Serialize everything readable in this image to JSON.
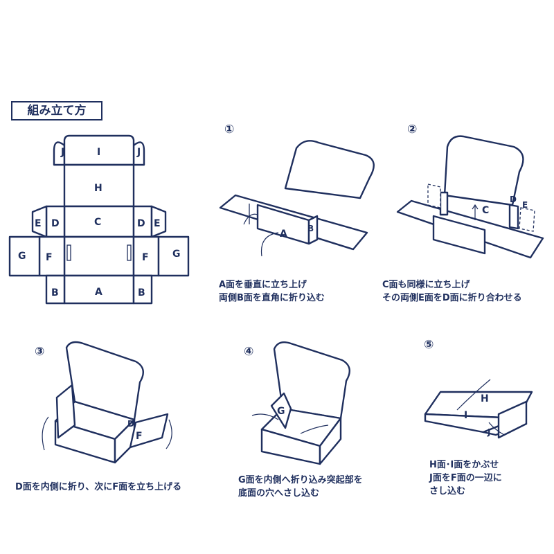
{
  "title": "組み立て方",
  "net": {
    "panels": {
      "A": "A",
      "B": "B",
      "C": "C",
      "D": "D",
      "E": "E",
      "F": "F",
      "G": "G",
      "H": "H",
      "I": "I",
      "J": "J"
    }
  },
  "steps": [
    {
      "number": "①",
      "caption_line1": "A面を垂直に立ち上げ",
      "caption_line2": "両側B面を直角に折り込む",
      "labels": [
        "A",
        "B"
      ]
    },
    {
      "number": "②",
      "caption_line1": "C面も同様に立ち上げ",
      "caption_line2": "その両側E面をD面に折り合わせる",
      "labels": [
        "C",
        "D",
        "E"
      ]
    },
    {
      "number": "③",
      "caption_line1": "D面を内側に折り、次にF面を立ち上げる",
      "labels": [
        "D",
        "F"
      ]
    },
    {
      "number": "④",
      "caption_line1": "G面を内側へ折り込み突起部を",
      "caption_line2": "底面の穴へさし込む",
      "labels": [
        "G"
      ]
    },
    {
      "number": "⑤",
      "caption_line1": "H面･I面をかぶせ",
      "caption_line2": "J面をF面の一辺に",
      "caption_line3": "さし込む",
      "labels": [
        "H",
        "I",
        "J"
      ]
    }
  ],
  "colors": {
    "ink": "#1f2f5e",
    "background": "#ffffff"
  }
}
